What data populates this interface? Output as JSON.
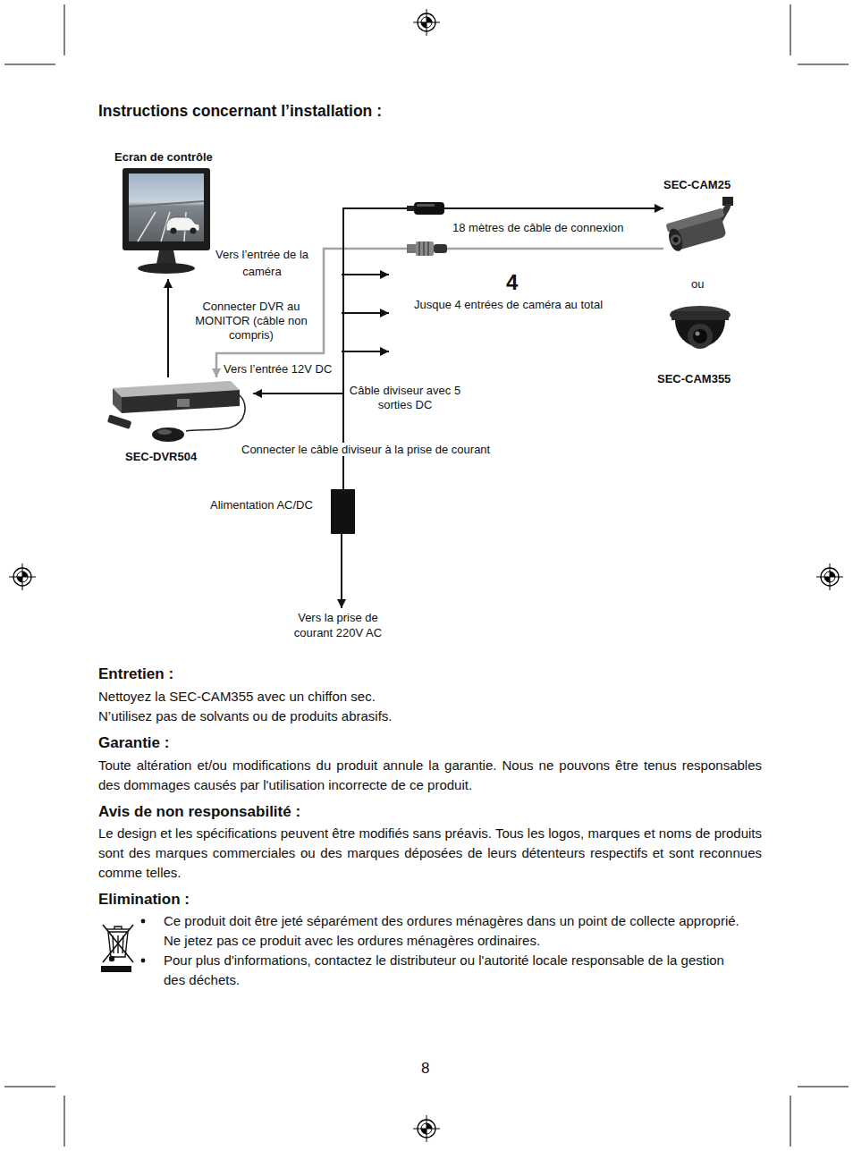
{
  "diagram": {
    "title": "Instructions concernant l’installation :",
    "nodes": [
      {
        "text": [
          "Ecran de contrôle"
        ]
      },
      {
        "text": [
          "SEC-CAM25"
        ]
      },
      {
        "text": [
          "SEC-CAM355"
        ]
      },
      {
        "text": [
          "SEC-DVR504"
        ]
      },
      {
        "text": [
          "Alimentation AC/DC"
        ]
      }
    ],
    "edges": [
      {
        "from": 3,
        "to": 0,
        "arrow": "to"
      },
      {
        "from": 1,
        "to": 3,
        "arrow": "to"
      },
      {
        "from": 4,
        "to": 3,
        "arrow": "to"
      },
      {
        "from": 4,
        "to": 1,
        "arrow": "to"
      }
    ],
    "labels": [
      "Vers l’entrée de la caméra",
      "18 mètres de câble de connexion",
      "4",
      "ou",
      "Connecter DVR au MONITOR (câble non compris)",
      "Jusque 4 entrées de caméra au total",
      "Vers l’entrée 12V DC",
      "Câble diviseur avec 5 sorties DC",
      "Connecter le câble diviseur à la prise de courant",
      "Vers la prise de courant 220V AC",
      "Entretien :",
      "Nettoyez la SEC-CAM355 avec un chiffon sec.",
      "N’utilisez pas de solvants ou de produits abrasifs.",
      "Garantie :",
      "Toute altération et/ou modifications du produit annule la garantie. Nous ne pouvons être tenus responsables des dommages causés par l'utilisation incorrecte de ce produit.",
      "Avis de non responsabilité :",
      "Le design et les spécifications peuvent être modifiés sans préavis. Tous les logos, marques et noms de produits sont des marques commerciales ou des marques déposées de leurs détenteurs respectifs et sont reconnues comme telles.",
      "Elimination :",
      "Ce produit doit être jeté séparément des ordures ménagères dans un point de collecte approprié. Ne jetez pas ce produit avec les ordures ménagères ordinaires.",
      "Pour plus d'informations, contactez le distributeur ou l'autorité locale responsable de la gestion des déchets.",
      "8"
    ]
  }
}
